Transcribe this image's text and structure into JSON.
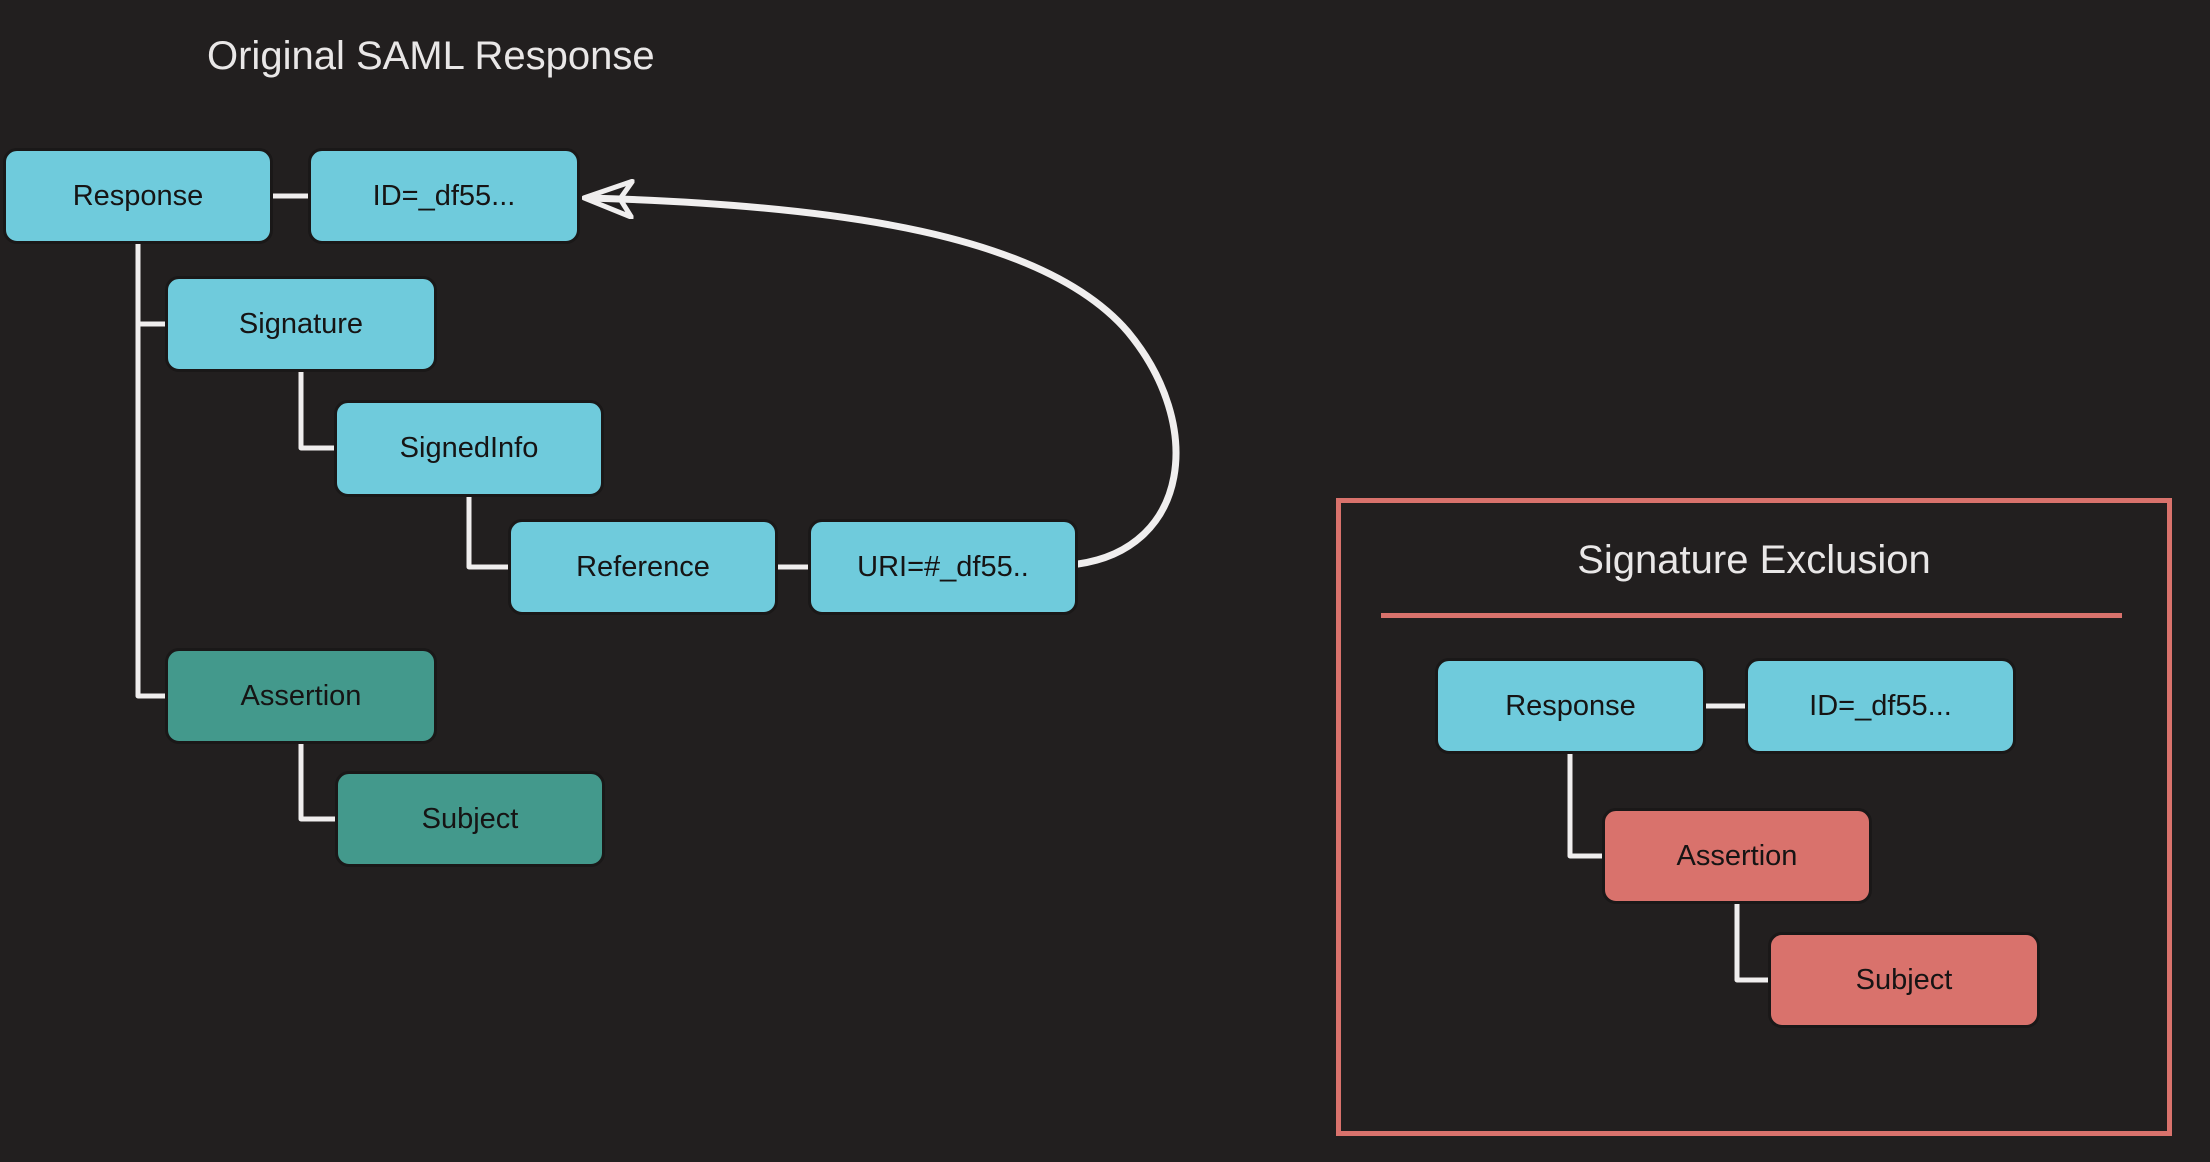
{
  "colors": {
    "background": "#221f1f",
    "node_cyan": "#6fcbdc",
    "node_teal": "#43998c",
    "node_salmon": "#d9726c",
    "panel_border": "#d9726c",
    "connector": "#f0eeee",
    "node_text": "#161414",
    "node_stroke": "#1a1818",
    "title_text": "#e9e7e7"
  },
  "original": {
    "title": "Original SAML Response",
    "nodes": {
      "response": {
        "label": "Response"
      },
      "id": {
        "label": "ID=_df55..."
      },
      "signature": {
        "label": "Signature"
      },
      "signedinfo": {
        "label": "SignedInfo"
      },
      "reference": {
        "label": "Reference"
      },
      "uri": {
        "label": "URI=#_df55.."
      },
      "assertion": {
        "label": "Assertion"
      },
      "subject": {
        "label": "Subject"
      }
    }
  },
  "exclusion": {
    "title": "Signature Exclusion",
    "nodes": {
      "response": {
        "label": "Response"
      },
      "id": {
        "label": "ID=_df55..."
      },
      "assertion": {
        "label": "Assertion"
      },
      "subject": {
        "label": "Subject"
      }
    }
  }
}
